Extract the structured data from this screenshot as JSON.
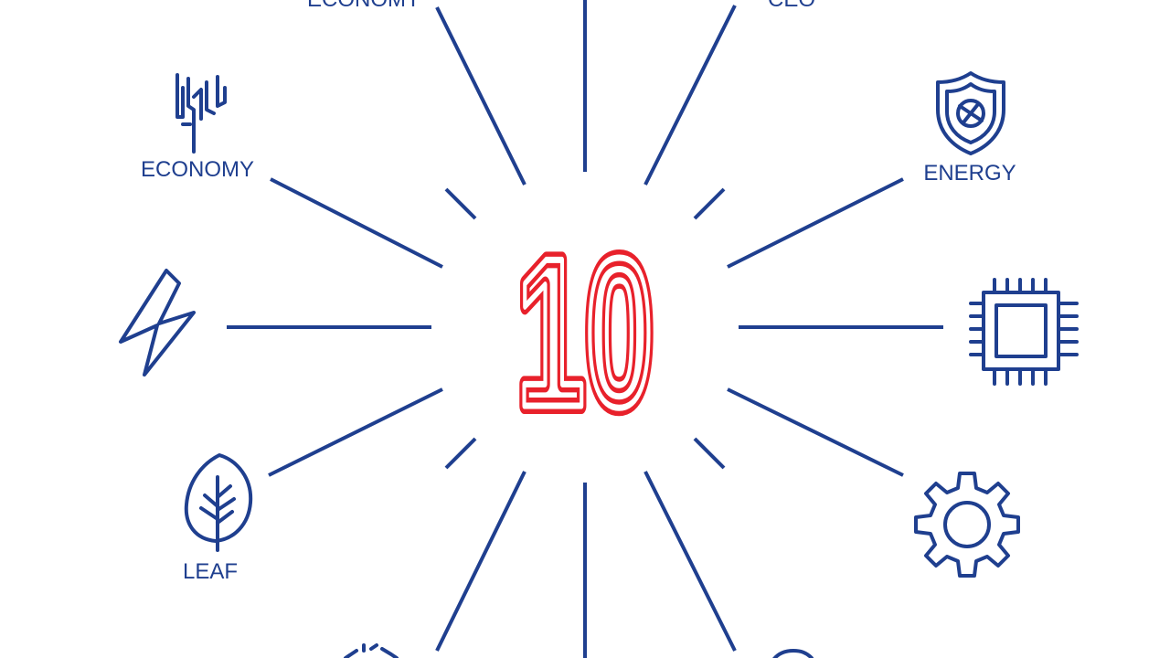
{
  "center": {
    "value": "10",
    "color": "#e8212b"
  },
  "accent_color": "#1f3f8f",
  "labels": {
    "top_left_partial": "ECONOMY",
    "top_right_partial": "CEO",
    "economy": "ECONOMY",
    "energy": "ENERGY",
    "leaf": "LEAF"
  },
  "icons": {
    "economy": "bars-chart-icon",
    "energy": "shield-icon",
    "lightning": "lightning-bolt-icon",
    "chip": "microchip-icon",
    "leaf": "leaf-icon",
    "gear": "gear-icon"
  }
}
